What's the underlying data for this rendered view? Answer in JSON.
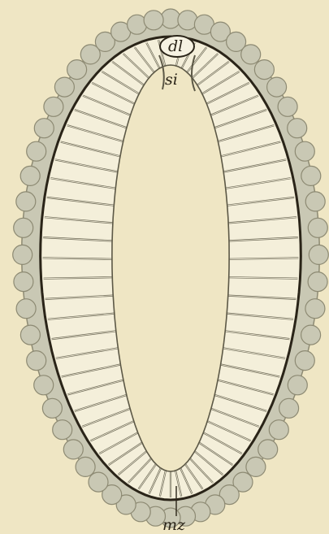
{
  "figure": {
    "labels": {
      "dl": "dl",
      "si": "si",
      "mz": "mz"
    },
    "colors": {
      "background": "#efe6c4",
      "outer_tissue": "#c9c8b4",
      "outer_tissue_stroke": "#8d8a73",
      "membrane": "#2a2418",
      "septa_fill": "#f4efda",
      "septa_stroke": "#6f6b58",
      "inner_lumen": "#efe6c4"
    }
  }
}
